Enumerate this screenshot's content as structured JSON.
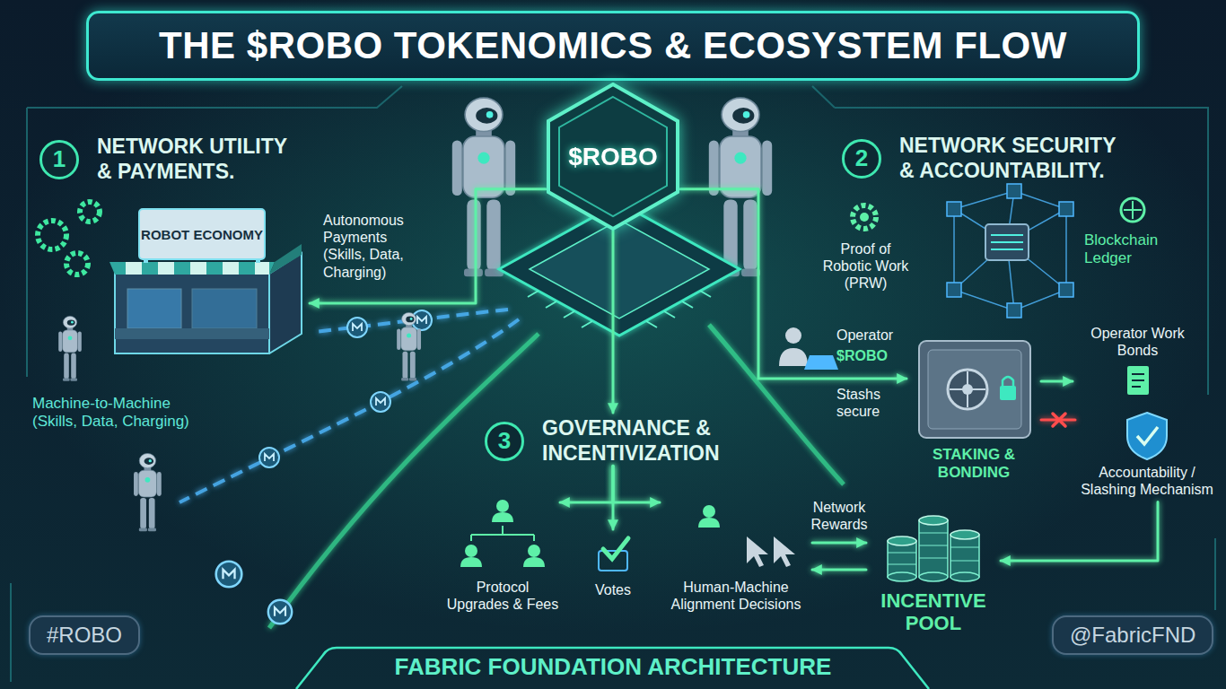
{
  "diagram": {
    "title": "THE $ROBO TOKENOMICS & ECOSYSTEM FLOW",
    "caption": "FABRIC FOUNDATION ARCHITECTURE",
    "nodes": [
      {
        "text": [
          "$ROBO"
        ]
      },
      {
        "text": [
          "1",
          "NETWORK UTILITY & PAYMENTS."
        ]
      },
      {
        "text": [
          "ROBOT ECONOMY"
        ]
      },
      {
        "text": [
          "2",
          "NETWORK SECURITY & ACCOUNTABILITY."
        ]
      },
      {
        "text": [
          "STAKING & BONDING"
        ]
      },
      {
        "text": [
          "Operator Work Bonds"
        ]
      },
      {
        "text": [
          "Accountability / Slashing Mechanism"
        ]
      },
      {
        "text": [
          "3",
          "GOVERNANCE & INCENTIVIZATION"
        ]
      },
      {
        "text": [
          "Protocol Upgrades & Fees"
        ]
      },
      {
        "text": [
          "Votes"
        ]
      },
      {
        "text": [
          "Human-Machine Alignment Decisions"
        ]
      },
      {
        "text": [
          "INCENTIVE POOL"
        ]
      },
      {
        "text": [
          "#ROBO"
        ]
      },
      {
        "text": [
          "@FabricFND"
        ]
      }
    ],
    "edges": [
      {
        "from": 0,
        "to": 2,
        "arrow": "to",
        "label": "Autonomous Payments (Skills, Data, Charging)"
      },
      {
        "from": 0,
        "to": 4,
        "arrow": "to"
      },
      {
        "from": 4,
        "to": 5,
        "arrow": "to"
      },
      {
        "from": 4,
        "to": 6,
        "arrow": "none"
      },
      {
        "from": 6,
        "to": 11,
        "arrow": "to"
      },
      {
        "from": 0,
        "to": 7,
        "arrow": "to"
      },
      {
        "from": 7,
        "to": 8,
        "arrow": "to"
      },
      {
        "from": 7,
        "to": 9,
        "arrow": "to"
      },
      {
        "from": 7,
        "to": 10,
        "arrow": "to"
      },
      {
        "from": 10,
        "to": 11,
        "arrow": "to",
        "label": "Network Rewards"
      },
      {
        "from": 11,
        "to": 10,
        "arrow": "to"
      }
    ],
    "labels": [
      "Machine-to-Machine (Skills, Data, Charging)",
      "Proof of Robotic Work (PRW)",
      "Blockchain Ledger",
      "Operator",
      "$ROBO",
      "Stashs secure"
    ]
  }
}
